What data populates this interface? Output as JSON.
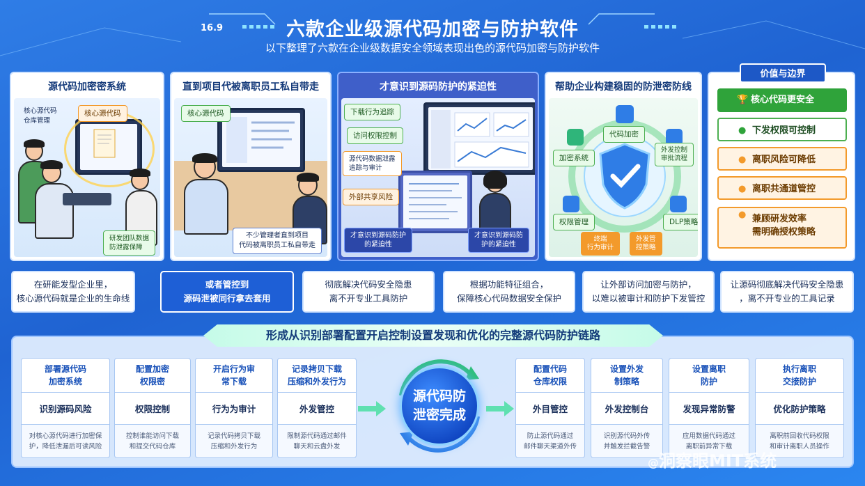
{
  "header": {
    "version": "16.9",
    "title": "六款企业级源代码加密与防护软件",
    "subtitle": "以下整理了六款在企业级数据安全领域表现出色的源代码加密与防护软件"
  },
  "panels": [
    {
      "title": "源代码加密密系统",
      "tags": [
        "核心源代码",
        "核心源代码仓库管理",
        "研发团队数据\n防泄露保障"
      ]
    },
    {
      "title": "直到项目代被离职员工私自带走",
      "tags": [
        "核心源代码",
        "不少管理者直到项目\n代码被离职员工私自带走"
      ]
    },
    {
      "title": "才意识到源码防护的紧迫性",
      "tags": [
        "下载行为追踪",
        "访问权限控制",
        "源代码数据泄露\n追踪与审计",
        "外部共享风险",
        "才意识到源码防护\n的紧迫性",
        "才意识到源码防\n护的紧迫性"
      ]
    },
    {
      "title": "帮助企业构建稳固的防泄密防线",
      "tags": [
        "代码加密",
        "加密系统",
        "外发控制\n审批流程",
        "权限管理",
        "DLP策略",
        "终端\n行为审计",
        "外发管\n控策略"
      ]
    }
  ],
  "value": {
    "heading": "价值与边界",
    "items": [
      {
        "icon": "trophy-icon",
        "label": "核心代码更安全"
      },
      {
        "icon": "pin-icon",
        "label": "下发权限可控制"
      },
      {
        "icon": "pin-icon",
        "label": "离职风险可降低"
      },
      {
        "icon": "pin-icon",
        "label": "离职共通道管控"
      },
      {
        "icon": "pin-icon",
        "label": "兼顾研发效率\n需明确授权策略"
      }
    ]
  },
  "captions": [
    {
      "lines": [
        "在研能发型企业里，",
        "核心源代码就是企业的生命线"
      ]
    },
    {
      "lines": [
        "或者管控到",
        "源码泄被同行拿去套用"
      ]
    },
    {
      "lines": [
        "彻底解决代码安全隐患",
        "离不开专业工具防护"
      ]
    },
    {
      "lines": [
        "根据功能特征组合，",
        "保障核心代码数据安全保护"
      ]
    },
    {
      "lines": [
        "让外部访问加密与防护，",
        "以难以被审计和防护下发管控"
      ]
    },
    {
      "lines": [
        "让源码彻底解决代码安全隐患",
        "，离不开专业的工具记录"
      ]
    }
  ],
  "chain": {
    "banner": "形成从识别部署配置开启控制设置发现和优化的完整源代码防护链路",
    "center": [
      "源代码防",
      "泄密完成"
    ],
    "left": [
      {
        "head": [
          "部署源代码",
          "加密系统"
        ],
        "mid": "识别源码风险",
        "foot": [
          "对核心源代码进行加密保",
          "护，降低泄漏后可读风险"
        ]
      },
      {
        "head": [
          "配置加密",
          "权限密"
        ],
        "mid": "权限控制",
        "foot": [
          "控制谁能访问下载",
          "和提交代码仓库"
        ]
      },
      {
        "head": [
          "开启行为审",
          "常下载"
        ],
        "mid": "行为为审计",
        "foot": [
          "记录代码拷贝下载",
          "压缩和外发行为"
        ]
      },
      {
        "head": [
          "记录拷贝下载",
          "压缩和外发行为"
        ],
        "mid": "外发管控",
        "foot": [
          "限制源代码通过邮件",
          "聊天和云盘外发"
        ]
      }
    ],
    "right": [
      {
        "head": [
          "配置代码",
          "仓库权限"
        ],
        "mid": "外目管控",
        "foot": [
          "防止源代码通过",
          "邮件聊天渠道外传"
        ]
      },
      {
        "head": [
          "设置外发",
          "制策略"
        ],
        "mid": "外发控制台",
        "foot": [
          "识别源代码外传",
          "并触发拦截告警"
        ]
      },
      {
        "head": [
          "设置离职",
          "防护"
        ],
        "mid": "发现异常防警",
        "foot": [
          "应用数据代码通过",
          "离职前异常下载"
        ]
      },
      {
        "head": [
          "执行离职",
          "交接防护"
        ],
        "mid": "优化防护策略",
        "foot": [
          "离职前回收代码权限",
          "和审计离职人员操作"
        ]
      }
    ]
  },
  "watermark": {
    "at": "@",
    "text": "洞察眼MIT系统"
  },
  "colors": {
    "accent": "#1d58c6",
    "green": "#4caf50",
    "orange": "#f39a2b",
    "background": "#2468d8"
  }
}
